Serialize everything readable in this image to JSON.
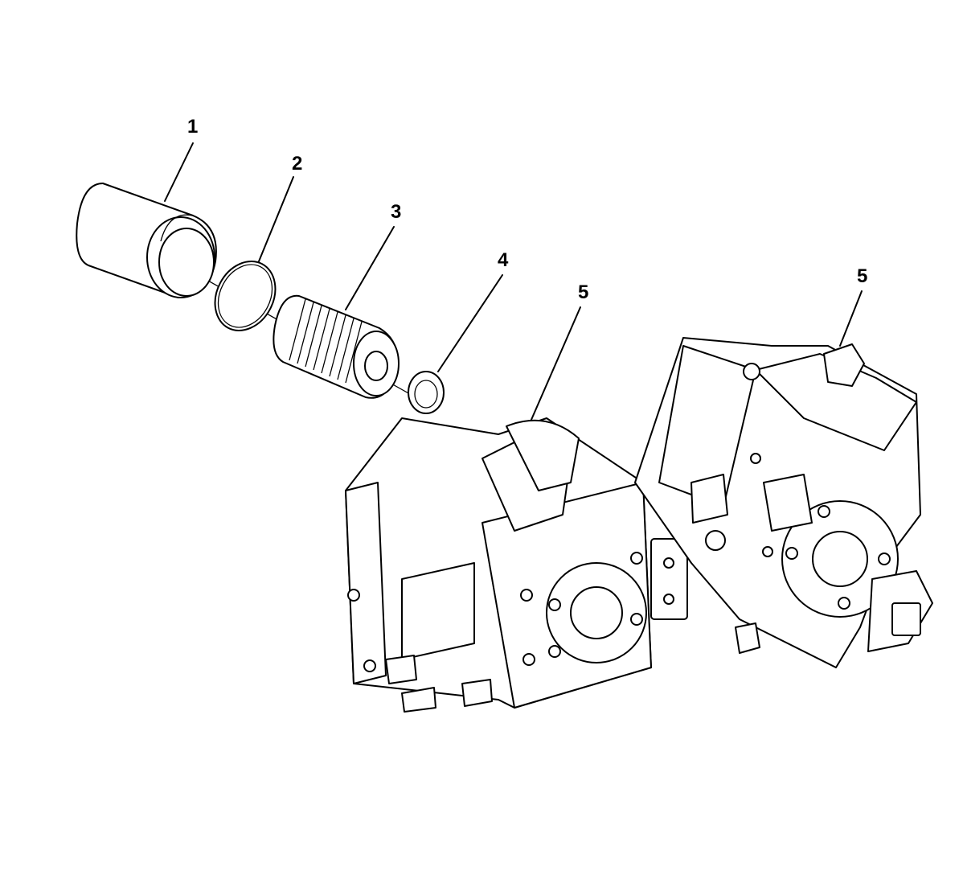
{
  "callouts": [
    {
      "id": "c1",
      "label": "1"
    },
    {
      "id": "c2",
      "label": "2"
    },
    {
      "id": "c3",
      "label": "3"
    },
    {
      "id": "c4",
      "label": "4"
    },
    {
      "id": "c5a",
      "label": "5"
    },
    {
      "id": "c5b",
      "label": "5"
    }
  ],
  "colors": {
    "ink": "#000000",
    "paper": "#ffffff"
  }
}
